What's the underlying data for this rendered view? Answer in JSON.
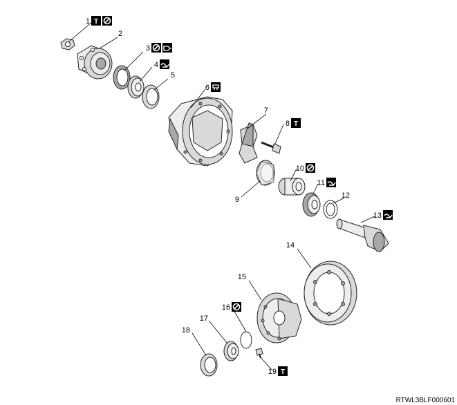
{
  "callouts": [
    {
      "num": "1",
      "icons": [
        "torque-icon",
        "no-reuse-icon"
      ]
    },
    {
      "num": "2",
      "icons": []
    },
    {
      "num": "3",
      "icons": [
        "no-reuse-icon",
        "grease-icon"
      ]
    },
    {
      "num": "4",
      "icons": [
        "oil-icon"
      ]
    },
    {
      "num": "5",
      "icons": []
    },
    {
      "num": "6",
      "icons": [
        "sealant-icon"
      ]
    },
    {
      "num": "7",
      "icons": []
    },
    {
      "num": "8",
      "icons": [
        "torque-icon"
      ]
    },
    {
      "num": "9",
      "icons": []
    },
    {
      "num": "10",
      "icons": [
        "no-reuse-icon"
      ]
    },
    {
      "num": "11",
      "icons": [
        "oil-icon"
      ]
    },
    {
      "num": "12",
      "icons": []
    },
    {
      "num": "13",
      "icons": [
        "oil-icon"
      ]
    },
    {
      "num": "14",
      "icons": []
    },
    {
      "num": "15",
      "icons": []
    },
    {
      "num": "16",
      "icons": [
        "no-reuse-icon"
      ]
    },
    {
      "num": "17",
      "icons": []
    },
    {
      "num": "18",
      "icons": []
    },
    {
      "num": "19",
      "icons": [
        "torque-icon"
      ]
    }
  ],
  "icon_glyphs": {
    "torque-icon": "T",
    "no-reuse-icon": "⊘",
    "oil-icon": "≋",
    "grease-icon": "≡",
    "sealant-icon": "▣"
  },
  "doc_code": "RTWL3BLF000601"
}
